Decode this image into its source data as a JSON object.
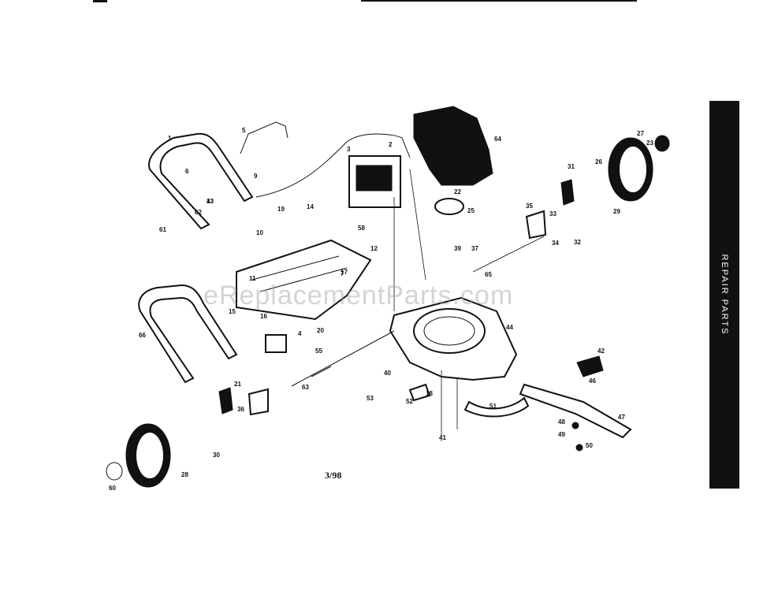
{
  "side_tab": {
    "label": "REPAIR PARTS"
  },
  "date_code": "3/98",
  "watermark": "eReplacementParts.com",
  "colors": {
    "ink": "#111111",
    "paper": "#ffffff",
    "watermark": "#a0a0a0"
  },
  "callouts": [
    "1",
    "2",
    "3",
    "4",
    "5",
    "6",
    "7",
    "9",
    "10",
    "11",
    "12",
    "13",
    "14",
    "15",
    "16",
    "17",
    "18",
    "19",
    "20",
    "21",
    "22",
    "23",
    "25",
    "26",
    "27",
    "28",
    "29",
    "30",
    "31",
    "32",
    "33",
    "34",
    "35",
    "36",
    "37",
    "39",
    "40",
    "41",
    "42",
    "43",
    "44",
    "46",
    "47",
    "48",
    "49",
    "50",
    "51",
    "52",
    "53",
    "55",
    "58",
    "60",
    "61",
    "62",
    "63",
    "64",
    "65",
    "66"
  ]
}
